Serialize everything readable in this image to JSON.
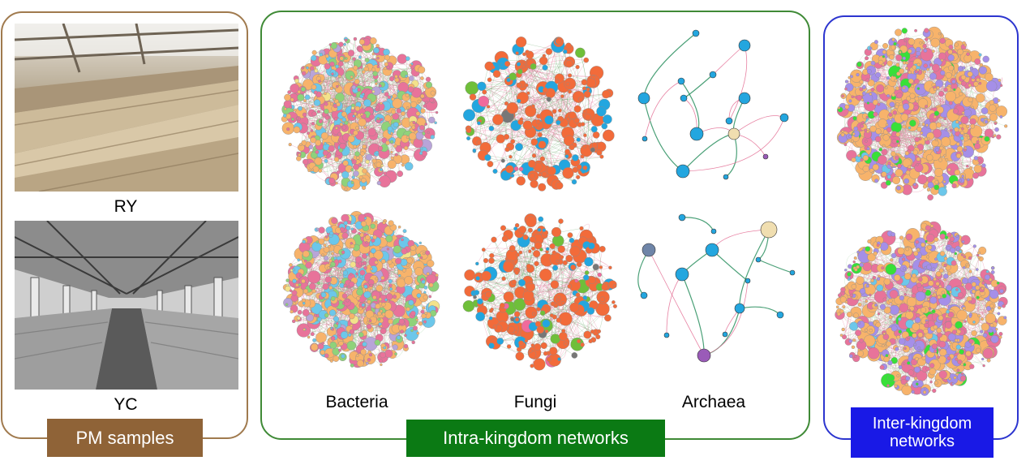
{
  "panels": {
    "pm": {
      "banner": "PM samples",
      "photos": [
        {
          "label": "RY",
          "scene": "fermentation-workshop-covered-piles"
        },
        {
          "label": "YC",
          "scene": "fermentation-hall-long-rows"
        }
      ]
    },
    "intra": {
      "banner": "Intra-kingdom networks",
      "columns": [
        "Bacteria",
        "Fungi",
        "Archaea"
      ]
    },
    "inter": {
      "banner_lines": [
        "Inter-kingdom",
        "networks"
      ]
    }
  },
  "colors": {
    "pm": "#8f6337",
    "intra": "#0b7a14",
    "inter": "#1919e6",
    "node_orange": "#f7b36b",
    "node_pink": "#e8739a",
    "node_blue": "#6cc7ea",
    "node_green": "#8fd27a",
    "node_red_orange": "#f26b3a",
    "node_sky": "#23a6df",
    "node_lavender": "#a58fe8",
    "node_bright_green": "#38e038",
    "node_tan": "#f0deb0",
    "node_purple": "#9a5bb8",
    "edge_pink": "#e36b92",
    "edge_green": "#2a8f5f"
  }
}
